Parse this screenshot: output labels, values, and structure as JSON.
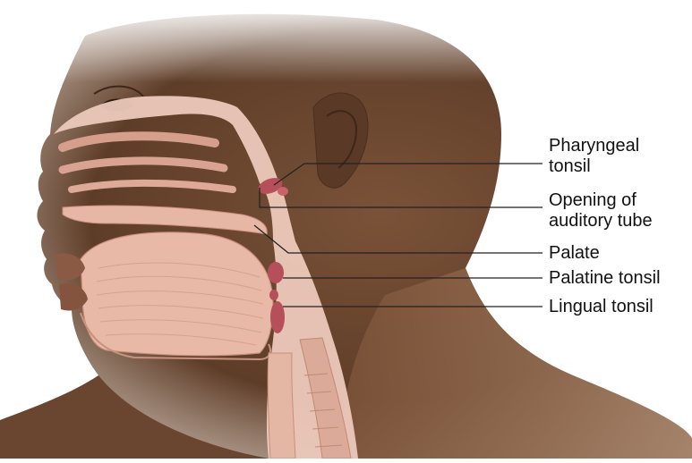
{
  "labels": {
    "pharyngeal_tonsil": [
      "Pharyngeal",
      "tonsil"
    ],
    "opening_auditory_tube": [
      "Opening of",
      "auditory tube"
    ],
    "palate": "Palate",
    "palatine_tonsil": "Palatine tonsil",
    "lingual_tonsil": "Lingual tonsil"
  },
  "colors": {
    "skin": "#6e4a32",
    "skin_light": "#a47a5a",
    "cavity": "#e9c3b4",
    "muscle": "#e4b9a8",
    "tonsil": "#b5505a",
    "leader": "#222222"
  }
}
